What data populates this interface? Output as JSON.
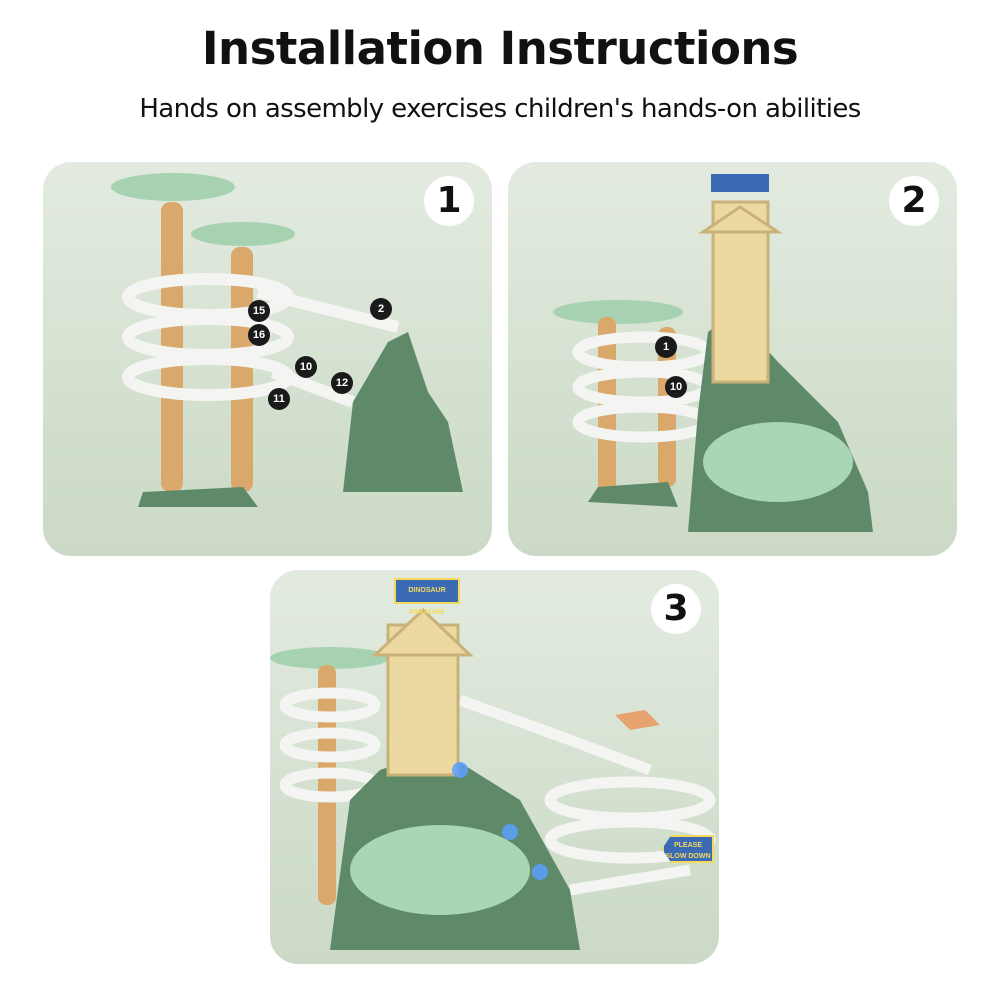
{
  "header": {
    "title": "Installation Instructions",
    "subtitle": "Hands on assembly exercises children's hands-on abilities"
  },
  "panels": [
    {
      "number": "1",
      "step_labels": [
        "15",
        "16",
        "2",
        "10",
        "11",
        "12"
      ]
    },
    {
      "number": "2",
      "step_labels": [
        "1",
        "10"
      ]
    },
    {
      "number": "3"
    }
  ],
  "signs": {
    "tower": "DINOSAUR PARADISE",
    "arrow": "PLEASE SLOW DOWN"
  },
  "colors": {
    "panel_bg": "#d3e0cf",
    "rock": "#5f8a6a",
    "palm_trunk": "#d9a86a",
    "track": "#f2f2f0",
    "tower": "#ecd9a0"
  }
}
